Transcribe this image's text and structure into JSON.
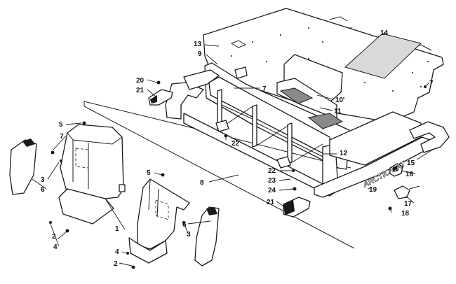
{
  "callouts": [
    "1",
    "2",
    "2",
    "3",
    "3",
    "4",
    "4",
    "5",
    "5",
    "6",
    "6",
    "7",
    "7",
    "7",
    "8",
    "9",
    "10",
    "11",
    "12",
    "13",
    "14",
    "15",
    "16",
    "17",
    "18",
    "19",
    "20",
    "21",
    "21",
    "22",
    "22",
    "23",
    "24"
  ],
  "decal_text": "ARCTIC CAT"
}
